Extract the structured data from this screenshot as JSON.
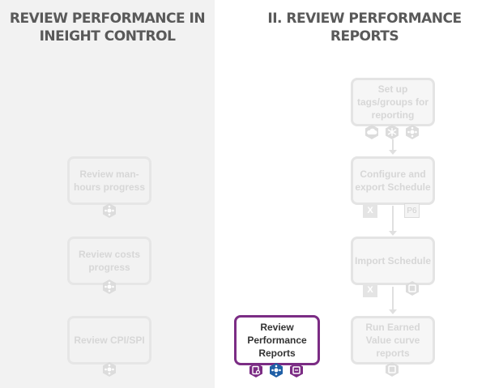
{
  "headings": {
    "left": "REVIEW PERFORMANCE IN INEIGHT CONTROL",
    "right": "II. REVIEW PERFORMANCE REPORTS"
  },
  "left_column": [
    {
      "label": "Review man-hours progress"
    },
    {
      "label": "Review costs progress"
    },
    {
      "label": "Review CPI/SPI"
    }
  ],
  "right_column": [
    {
      "label": "Set up tags/groups for reporting"
    },
    {
      "label": "Configure and export Schedule"
    },
    {
      "label": "Import Schedule"
    },
    {
      "label": "Run Earned Value curve reports"
    }
  ],
  "active_step": {
    "label": "Review Performance Reports"
  },
  "badges": {
    "p6": "P6",
    "excel": "X"
  },
  "colors": {
    "accent_purple": "#7b2c84",
    "accent_blue": "#1f5fa6",
    "faded": "#d9d9d9"
  }
}
